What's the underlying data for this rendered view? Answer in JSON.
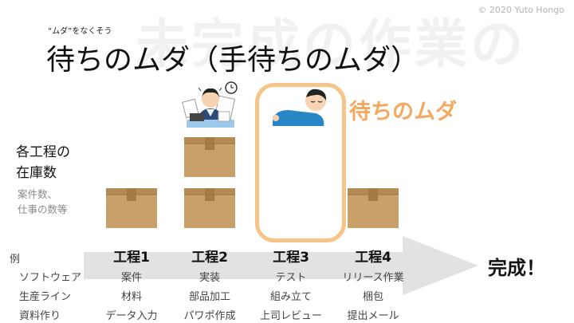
{
  "header": {
    "watermark": "未完成の作業の",
    "copyright": "© 2020 Yuto Hongo",
    "subtitle": "“ムダ”をなくそう",
    "title": "待ちのムダ（手待ちのムダ）"
  },
  "callout": "待ちのムダ",
  "side": {
    "inventory_line1": "各工程の",
    "inventory_line2": "在庫数",
    "note_line1": "案件数、",
    "note_line2": "仕事の数等"
  },
  "examples_label": "例",
  "row_labels": [
    "ソフトウェア",
    "生産ライン",
    "資料作り"
  ],
  "steps": [
    {
      "label": "工程1",
      "items": [
        "案件",
        "材料",
        "データ入力"
      ],
      "inventory": 1
    },
    {
      "label": "工程2",
      "items": [
        "実装",
        "部品加工",
        "パワポ作成"
      ],
      "inventory": 2
    },
    {
      "label": "工程3",
      "items": [
        "テスト",
        "組み立て",
        "上司レビュー"
      ],
      "inventory": 0
    },
    {
      "label": "工程4",
      "items": [
        "リリース作業",
        "梱包",
        "提出メール"
      ],
      "inventory": 1
    }
  ],
  "done": "完成！",
  "colors": {
    "accent": "#f4a860",
    "frame": "#f6c489",
    "arrow": "#e2e2e2",
    "box": "#c7a06a"
  }
}
